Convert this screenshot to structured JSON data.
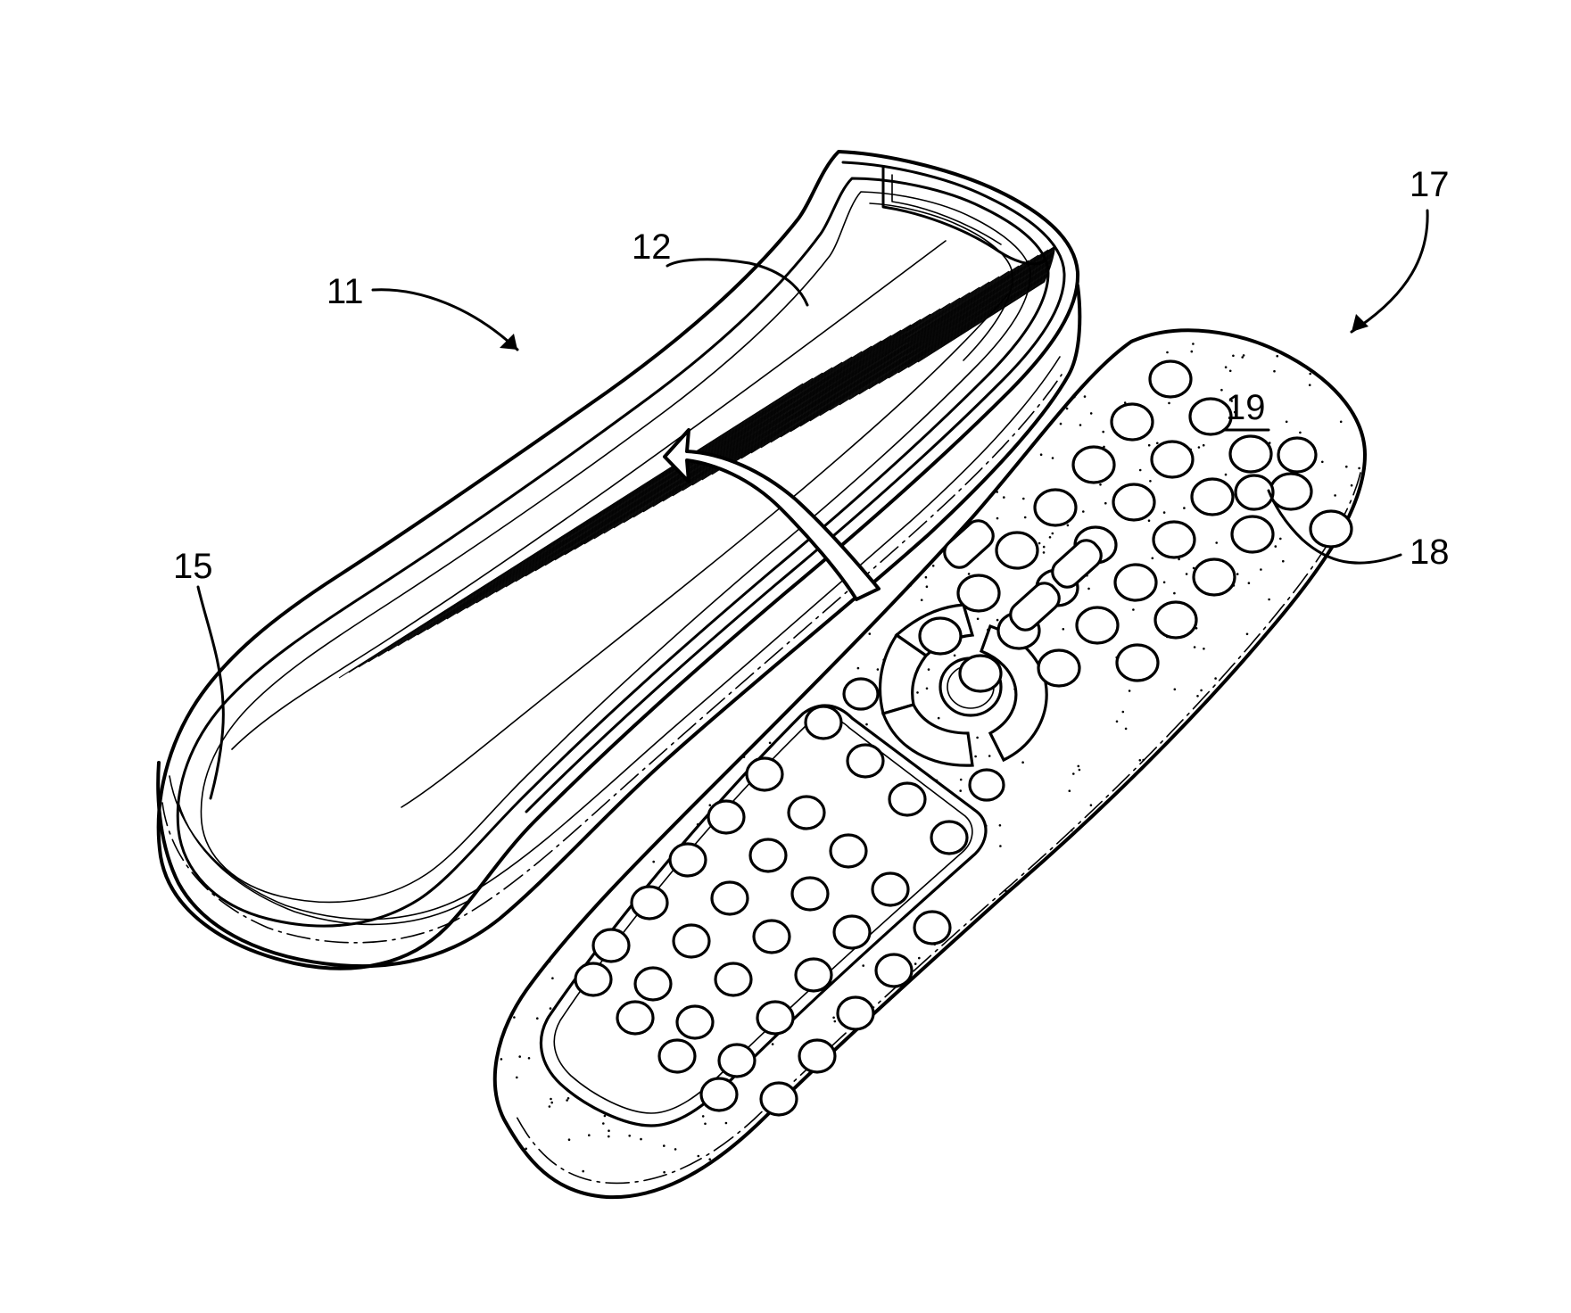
{
  "figure": {
    "background": "#ffffff",
    "ink_color": "#000000",
    "reference_labels": {
      "case": "11",
      "cavity": "12",
      "inner_wall": "15",
      "remote_control": "17",
      "button": "18",
      "button_surface": "19"
    },
    "underlined_label": "19",
    "button_rows": [
      5,
      4,
      4,
      4,
      4,
      3,
      2
    ],
    "keypad_rows": [
      4,
      5,
      5,
      5,
      5,
      5,
      4
    ]
  }
}
